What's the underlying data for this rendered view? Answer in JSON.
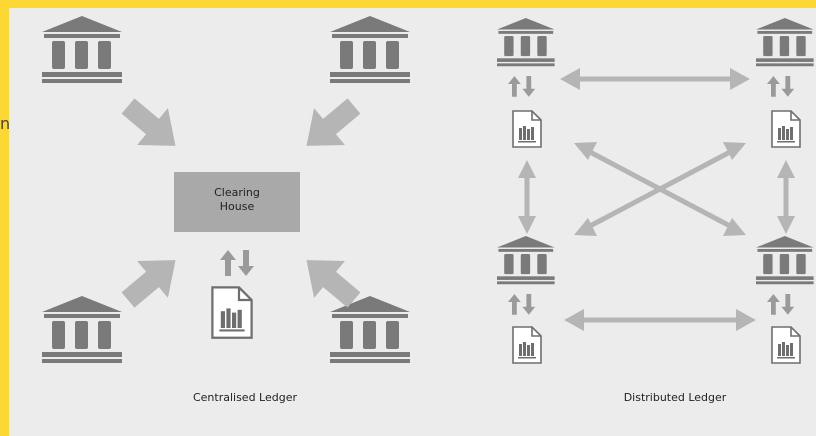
{
  "stray_text": "n",
  "clearing_house": {
    "line1": "Clearing",
    "line2": "House"
  },
  "captions": {
    "centralised": "Centralised Ledger",
    "distributed": "Distributed Ledger"
  },
  "colors": {
    "background": "#fdd835",
    "panel": "#ececec",
    "bank": "#7a7a7a",
    "arrow_light": "#b5b5b5",
    "arrow_dark": "#8f8f8f",
    "box": "#a9a9a9"
  },
  "icons": {
    "institution": "bank-icon",
    "ledger": "ledger-document-icon",
    "sync": "up-down-arrows-icon"
  }
}
